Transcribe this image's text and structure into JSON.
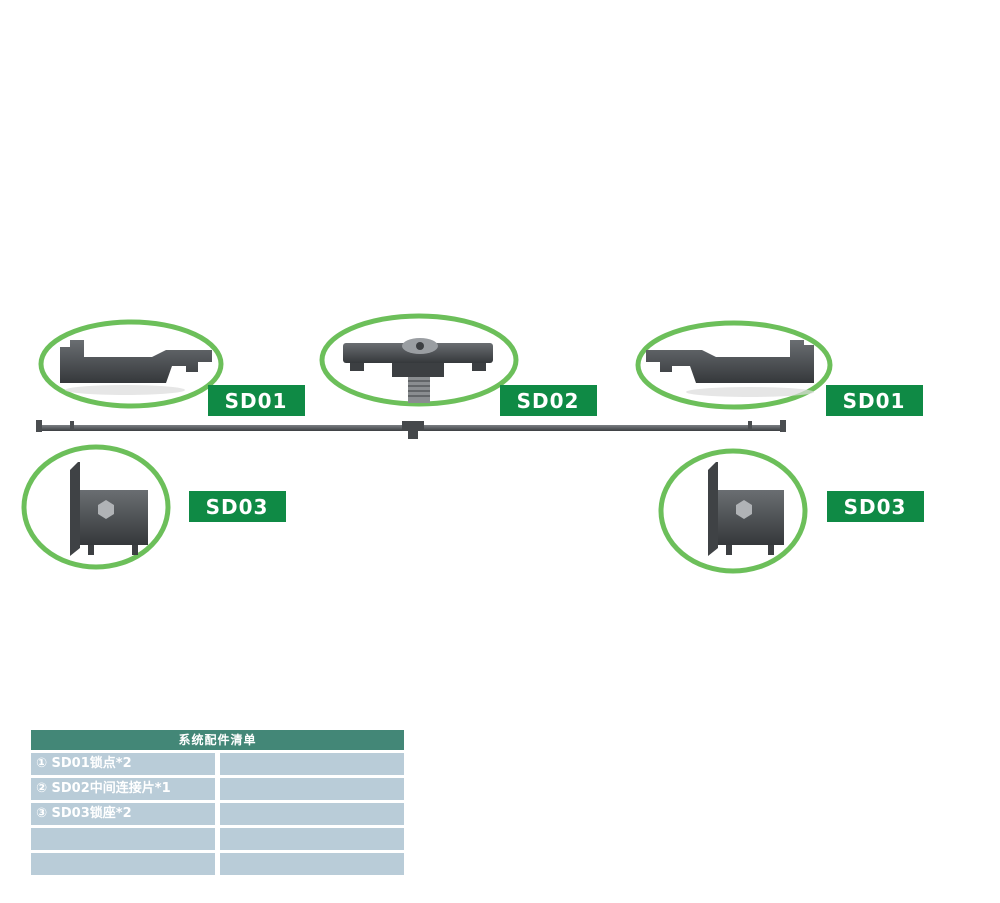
{
  "labels": {
    "sd01_left": "SD01",
    "sd02": "SD02",
    "sd01_right": "SD01",
    "sd03_left": "SD03",
    "sd03_right": "SD03"
  },
  "colors": {
    "label_bg": "#0f8a45",
    "circle": "#6cbf5a",
    "part": "#4a4d50",
    "table_header": "#438777",
    "table_cell": "#b9ccd8"
  },
  "parts_table": {
    "title": "系统配件清单",
    "rows": [
      {
        "left": "① SD01锁点*2",
        "right": ""
      },
      {
        "left": "② SD02中间连接片*1",
        "right": ""
      },
      {
        "left": "③ SD03锁座*2",
        "right": ""
      },
      {
        "left": "",
        "right": ""
      },
      {
        "left": "",
        "right": ""
      }
    ]
  }
}
